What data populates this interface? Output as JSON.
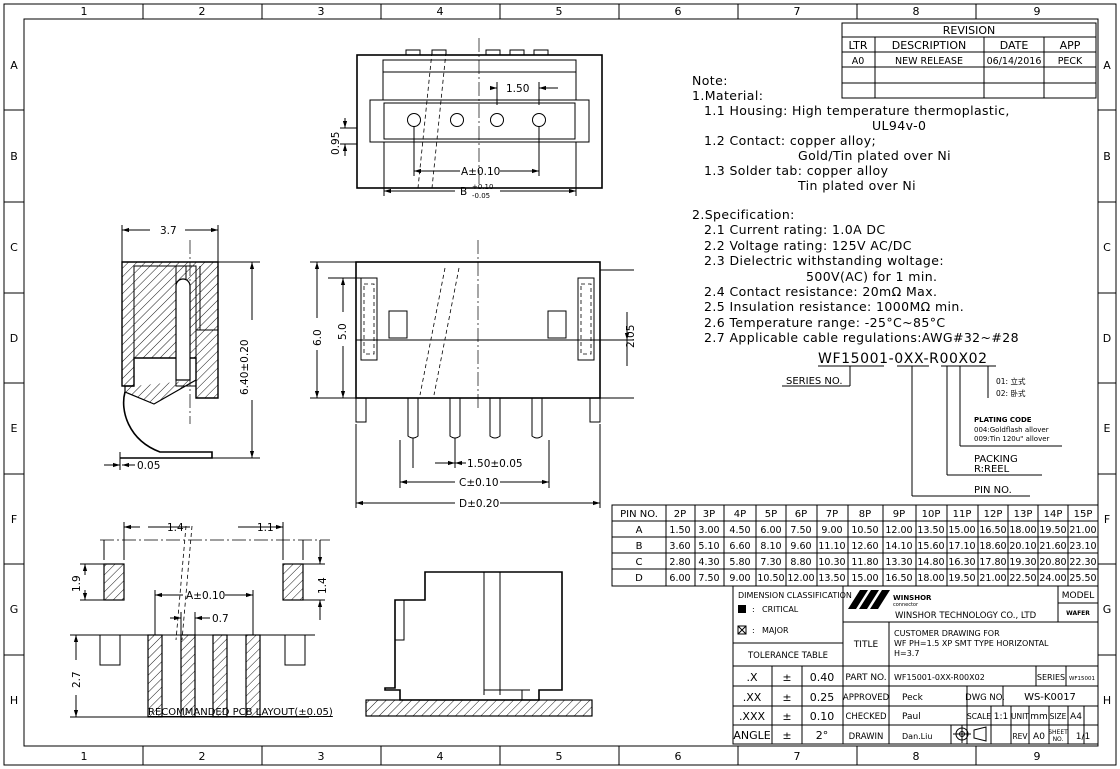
{
  "frame": {
    "cols": [
      "1",
      "2",
      "3",
      "4",
      "5",
      "6",
      "7",
      "8",
      "9"
    ],
    "rows": [
      "A",
      "B",
      "C",
      "D",
      "E",
      "F",
      "G",
      "H"
    ]
  },
  "revision": {
    "title": "REVISION",
    "headers": [
      "LTR",
      "DESCRIPTION",
      "DATE",
      "APP"
    ],
    "row": [
      "A0",
      "NEW RELEASE",
      "06/14/2016",
      "PECK"
    ]
  },
  "notes": {
    "heading": "Note:",
    "lines": [
      "1.Material:",
      "1.1  Housing: High temperature thermoplastic,",
      "UL94v-0",
      "1.2  Contact: copper alloy;",
      "Gold/Tin plated over Ni",
      "1.3  Solder tab: copper alloy",
      "Tin plated over Ni",
      "2.Specification:",
      "2.1  Current rating: 1.0A DC",
      "2.2  Voltage rating: 125V AC/DC",
      "2.3  Dielectric withstanding woltage:",
      "500V(AC) for 1 min.",
      "2.4  Contact resistance: 20mΩ Max.",
      "2.5  Insulation resistance: 1000MΩ min.",
      "2.6  Temperature range: -25°C~85°C",
      "2.7  Applicable cable regulations:AWG#32~#28"
    ]
  },
  "part_code": {
    "code": "WF15001-0XX-R00X02",
    "series_no": "SERIES NO.",
    "opt1": "01: 立式",
    "opt2": "02: 卧式",
    "plating_title": "PLATING CODE",
    "plating_1": "004:Goldflash allover",
    "plating_2": "009:Tin 120u\" allover",
    "packing": "PACKING",
    "reel": "R:REEL",
    "pin_no": "PIN NO."
  },
  "dims": {
    "top_pitch": "1.50",
    "top_095": "0.95",
    "top_a": "A±0.10",
    "top_b": "B",
    "top_b_tol_up": "+0.10",
    "top_b_tol_dn": "-0.05",
    "side_37": "3.7",
    "side_640": "6.40±0.20",
    "side_005": "0.05",
    "front_60": "6.0",
    "front_50": "5.0",
    "front_205": "2.05",
    "front_pitch": "1.50±0.05",
    "front_c": "C±0.10",
    "front_d": "D±0.20",
    "pcb_14a": "1.4",
    "pcb_11": "1.1",
    "pcb_19": "1.9",
    "pcb_14b": "1.4",
    "pcb_a": "A±0.10",
    "pcb_07": "0.7",
    "pcb_27": "2.7",
    "pcb_label": "RECOMMANDED PCB LAYOUT(±0.05)"
  },
  "pin_table": {
    "headers": [
      "PIN NO.",
      "2P",
      "3P",
      "4P",
      "5P",
      "6P",
      "7P",
      "8P",
      "9P",
      "10P",
      "11P",
      "12P",
      "13P",
      "14P",
      "15P"
    ],
    "rows": [
      [
        "A",
        "1.50",
        "3.00",
        "4.50",
        "6.00",
        "7.50",
        "9.00",
        "10.50",
        "12.00",
        "13.50",
        "15.00",
        "16.50",
        "18.00",
        "19.50",
        "21.00"
      ],
      [
        "B",
        "3.60",
        "5.10",
        "6.60",
        "8.10",
        "9.60",
        "11.10",
        "12.60",
        "14.10",
        "15.60",
        "17.10",
        "18.60",
        "20.10",
        "21.60",
        "23.10"
      ],
      [
        "C",
        "2.80",
        "4.30",
        "5.80",
        "7.30",
        "8.80",
        "10.30",
        "11.80",
        "13.30",
        "14.80",
        "16.30",
        "17.80",
        "19.30",
        "20.80",
        "22.30"
      ],
      [
        "D",
        "6.00",
        "7.50",
        "9.00",
        "10.50",
        "12.00",
        "13.50",
        "15.00",
        "16.50",
        "18.00",
        "19.50",
        "21.00",
        "22.50",
        "24.00",
        "25.50"
      ]
    ]
  },
  "title_block": {
    "dim_class": "DIMENSION CLASSIFICATION",
    "critical": "CRITICAL",
    "major": "MAJOR",
    "tol_table": "TOLERANCE TABLE",
    "tol_rows": [
      [
        ".X",
        "±",
        "0.40"
      ],
      [
        ".XX",
        "±",
        "0.25"
      ],
      [
        ".XXX",
        "±",
        "0.10"
      ],
      [
        "ANGLE",
        "±",
        "2°"
      ]
    ],
    "logo_text": "WINSHOR",
    "logo_sub": "connector",
    "company": "WINSHOR TECHNOLOGY CO., LTD",
    "model_label": "MODEL",
    "model_value": "WAFER",
    "title_label": "TITLE",
    "title_1": "CUSTOMER DRAWING FOR",
    "title_2": "WF PH=1.5 XP SMT TYPE HORIZONTAL",
    "title_3": "H=3.7",
    "part_label": "PART NO.",
    "part_value": "WF15001-0XX-R00X02",
    "series_label": "SERIES",
    "series_value": "WF15001",
    "approved_label": "APPROVED",
    "approved_value": "Peck",
    "dwg_label": "DWG NO.",
    "dwg_value": "WS-K0017",
    "checked_label": "CHECKED",
    "checked_value": "Paul",
    "scale_label": "SCALE",
    "scale_value": "1:1",
    "unit_label": "UNIT",
    "unit_value": "mm",
    "size_label": "SIZE",
    "size_value": "A4",
    "drawn_label": "DRAWIN",
    "drawn_value": "Dan.Liu",
    "rev_label": "REV",
    "rev_value": "A0",
    "sheet_label_1": "SHEET",
    "sheet_label_2": "NO.",
    "sheet_value": "1/1"
  }
}
